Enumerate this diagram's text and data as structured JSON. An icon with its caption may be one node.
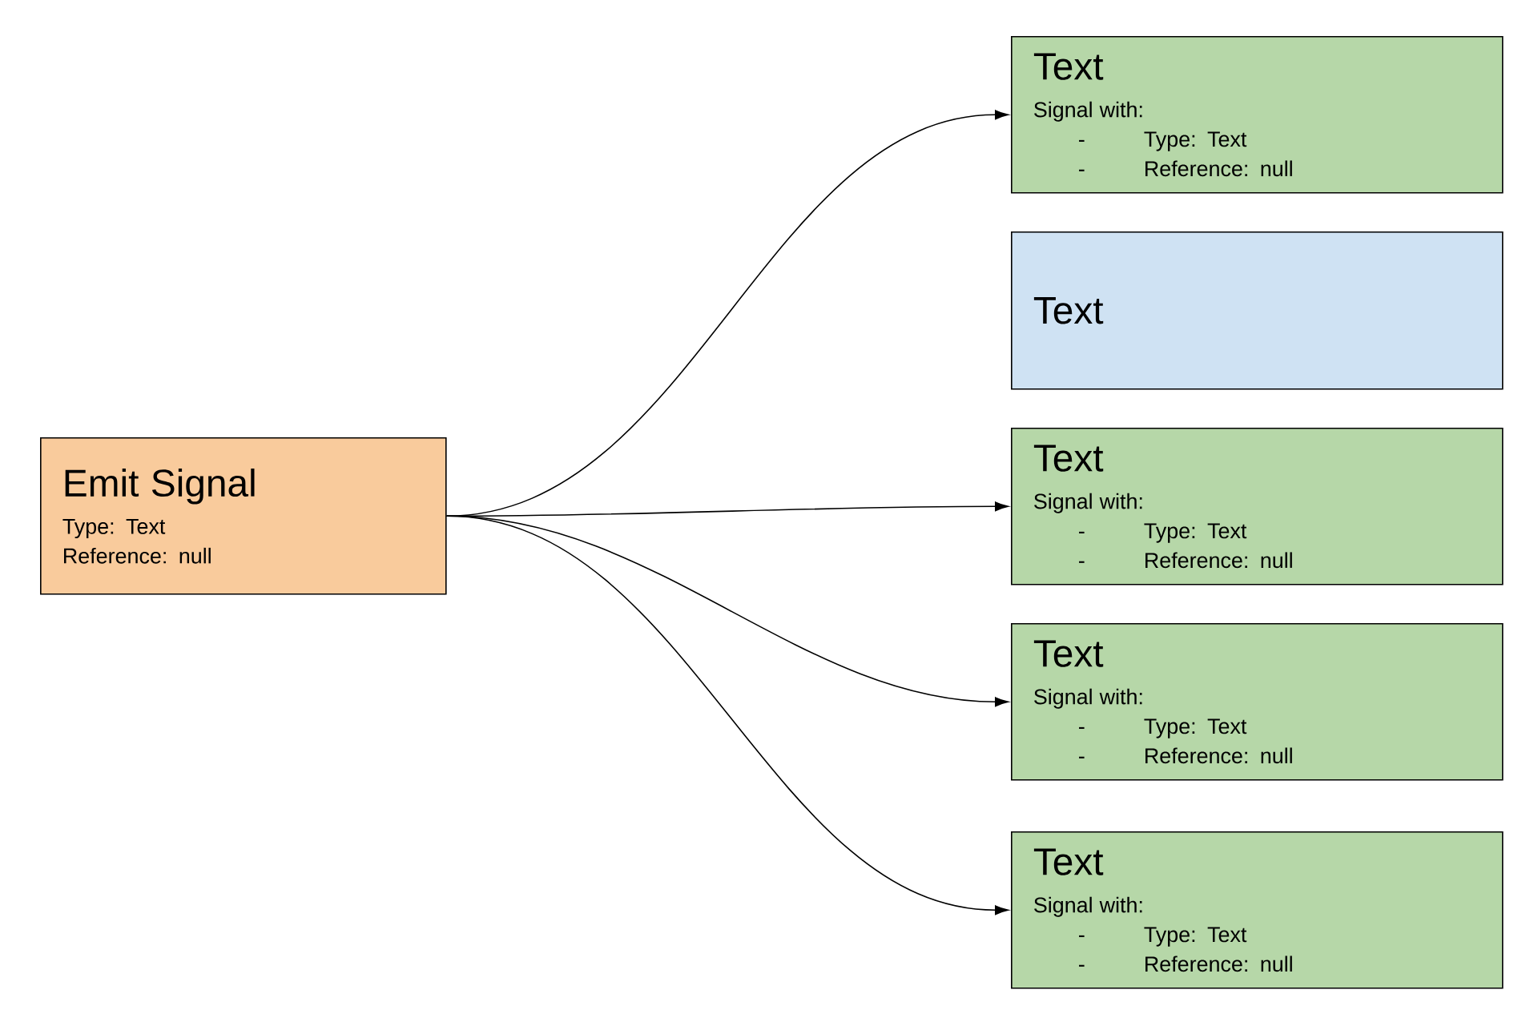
{
  "diagram": {
    "nodes": [
      {
        "text": [
          "Emit Signal",
          "Type: Text",
          "Reference: null"
        ]
      },
      {
        "text": [
          "Text",
          "Signal with:",
          "-",
          "Type: Text",
          "-",
          "Reference: null"
        ]
      },
      {
        "text": [
          "Text"
        ]
      },
      {
        "text": [
          "Text",
          "Signal with:",
          "-",
          "Type: Text",
          "-",
          "Reference: null"
        ]
      },
      {
        "text": [
          "Text",
          "Signal with:",
          "-",
          "Type: Text",
          "-",
          "Reference: null"
        ]
      },
      {
        "text": [
          "Text",
          "Signal with:",
          "-",
          "Type: Text",
          "-",
          "Reference: null"
        ]
      }
    ],
    "edges": [
      {
        "from": 0,
        "to": 1,
        "arrow": "to"
      },
      {
        "from": 0,
        "to": 3,
        "arrow": "to"
      },
      {
        "from": 0,
        "to": 4,
        "arrow": "to"
      },
      {
        "from": 0,
        "to": 5,
        "arrow": "to"
      }
    ]
  }
}
